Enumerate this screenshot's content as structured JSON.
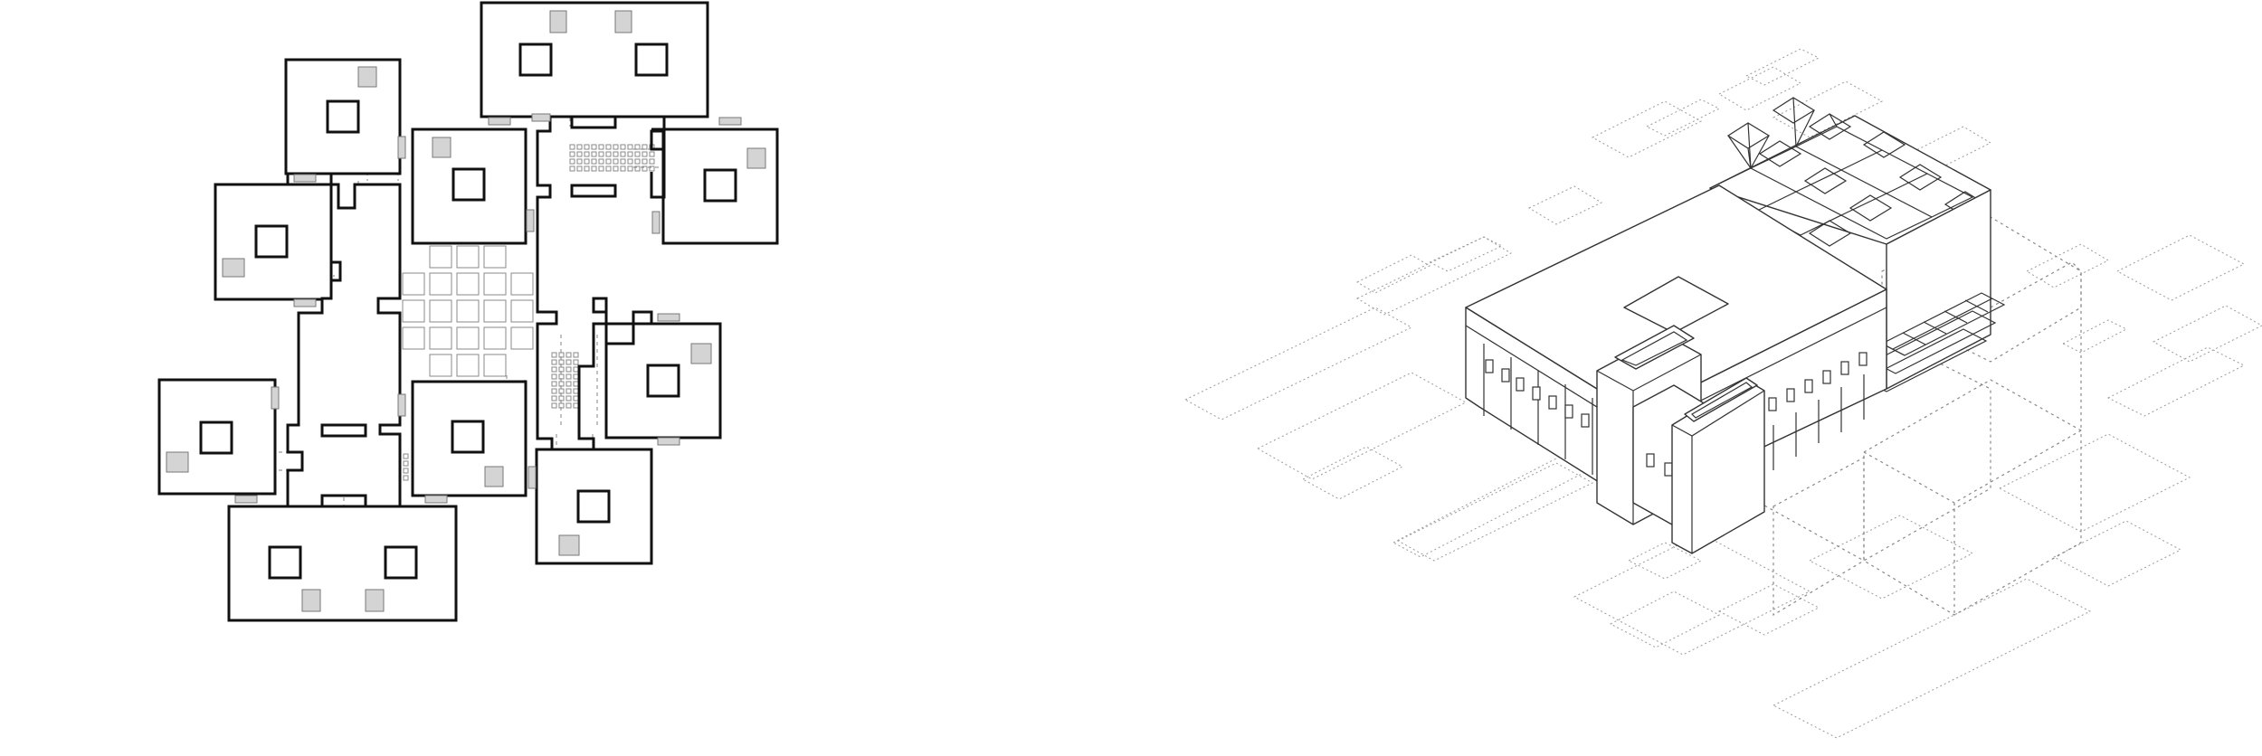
{
  "figure": {
    "panels": [
      {
        "id": "floor-plan",
        "kind": "plan"
      },
      {
        "id": "axonometric",
        "kind": "axonometric"
      }
    ],
    "colors": {
      "walls": "#111111",
      "dashed": "#9a9a9a",
      "stair_fill": "#d4d4d4",
      "background": "#ffffff"
    }
  }
}
